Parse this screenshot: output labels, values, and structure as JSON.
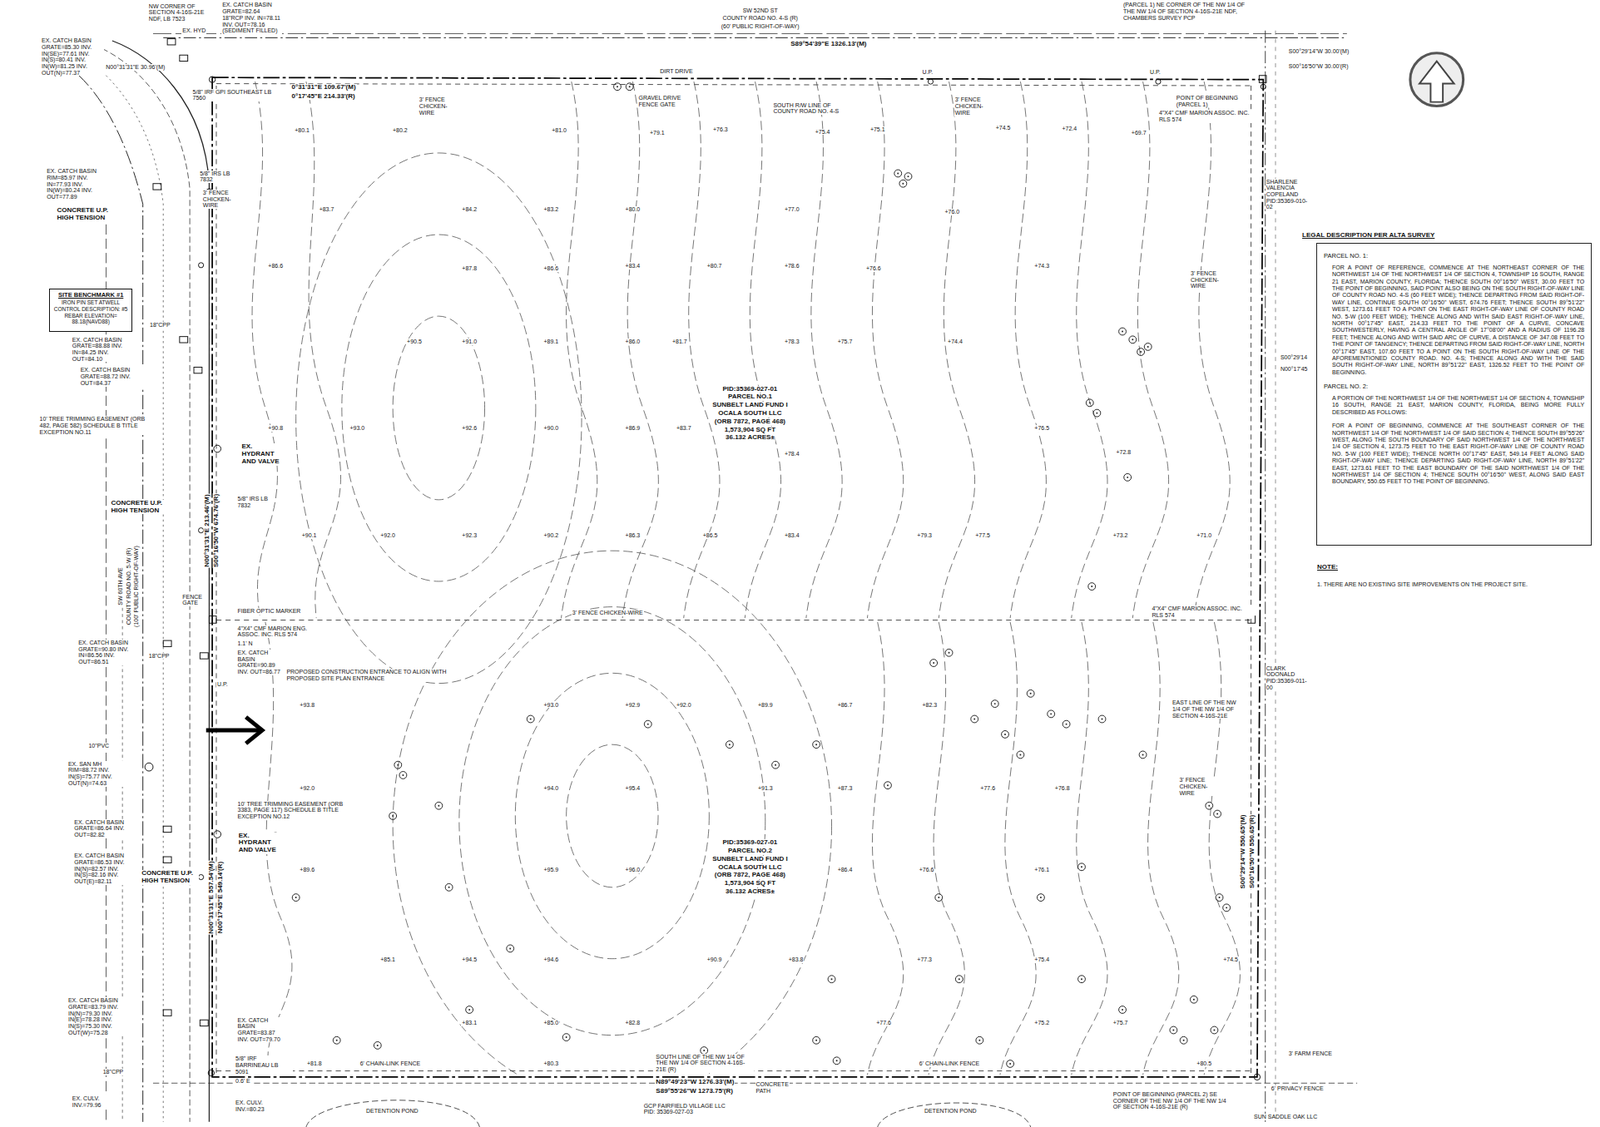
{
  "diagram": {
    "nodes": [
      {
        "text": [
          "LEGAL DESCRIPTION PER ALTA SURVEY",
          "PARCEL NO. 1:",
          "FOR A POINT OF REFERENCE, COMMENCE AT THE NORTHEAST CORNER OF THE NORTHWEST 1/4 OF THE NORTHWEST 1/4 OF SECTION 4, TOWNSHIP 16 SOUTH, RANGE 21 EAST, MARION COUNTY, FLORIDA; THENCE SOUTH 00°16'50\" WEST, 30.00 FEET TO THE POINT OF BEGINNING, SAID POINT ALSO BEING ON THE SOUTH RIGHT-OF-WAY LINE OF COUNTY ROAD NO. 4-S (60 FEET WIDE); THENCE DEPARTING FROM SAID RIGHT-OF-WAY LINE, CONTINUE SOUTH 00°16'50\" WEST, 674.76 FEET; THENCE SOUTH 89°51'22\" WEST, 1273.61 FEET TO A POINT ON THE EAST RIGHT-OF-WAY LINE OF COUNTY ROAD NO. 5-W (100 FEET WIDE); THENCE ALONG AND WITH SAID EAST RIGHT-OF-WAY LINE, NORTH 00°17'45\" EAST, 214.33 FEET TO THE POINT OF A CURVE, CONCAVE SOUTHWESTERLY, HAVING A CENTRAL ANGLE OF 17°08'00\" AND A RADIUS OF 1196.28 FEET; THENCE ALONG AND WITH SAID ARC OF CURVE, A DISTANCE OF 347.08 FEET TO THE POINT OF TANGENCY; THENCE DEPARTING FROM SAID RIGHT-OF-WAY LINE, NORTH 00°17'45\" EAST, 107.60 FEET TO A POINT ON THE SOUTH RIGHT-OF-WAY LINE OF THE AFOREMENTIONED COUNTY ROAD. NO. 4-S; THENCE ALONG AND WITH THE SAID SOUTH RIGHT-OF-WAY LINE, NORTH 89°51'22\" EAST, 1326.52 FEET TO THE POINT OF BEGINNING.",
          "PARCEL NO. 2:",
          "A PORTION OF THE NORTHWEST 1/4 OF THE NORTHWEST 1/4 OF SECTION 4, TOWNSHIP 16 SOUTH, RANGE 21 EAST, MARION COUNTY, FLORIDA, BEING MORE FULLY DESCRIBED AS FOLLOWS:",
          "FOR A POINT OF BEGINNING, COMMENCE AT THE SOUTHEAST CORNER OF THE NORTHWEST 1/4 OF THE NORTHWEST 1/4 OF SAID SECTION 4; THENCE SOUTH 89°55'26\" WEST, ALONG THE SOUTH BOUNDARY OF SAID NORTHWEST 1/4 OF THE NORTHWEST 1/4 OF SECTION 4, 1273.75 FEET TO THE EAST RIGHT-OF-WAY LINE OF COUNTY ROAD NO. 5-W (100 FEET WIDE); THENCE NORTH 00°17'45\" EAST, 549.14 FEET ALONG SAID RIGHT-OF-WAY LINE; THENCE DEPARTING SAID RIGHT-OF-WAY LINE, NORTH 89°51'22\" EAST, 1273.61 FEET TO THE EAST BOUNDARY OF THE SAID NORTHWEST 1/4 OF THE NORTHWEST 1/4 OF SECTION 4; THENCE SOUTH 00°16'50\" WEST, ALONG SAID EAST BOUNDARY, 550.65 FEET TO THE POINT OF BEGINNING."
        ]
      },
      {
        "text": [
          "SITE BENCHMARK #1",
          "IRON PIN SET ATWELL CONTROL DESCRIPTION: #5 REBAR ELEVATION= 88.18(NAVD88)"
        ]
      }
    ],
    "labels": [
      "SW 52ND ST",
      "COUNTY ROAD NO. 4-S (R)",
      "(60' PUBLIC RIGHT-OF-WAY)",
      "S89°54'39\"E 1326.13'(M)",
      "NW CORNER OF SECTION 4-16S-21E NDF, LB 7523",
      "EX. CATCH BASIN GRATE=82.64 18\"RCP INV. IN=78.11 INV. OUT=78.16 (SEDIMENT FILLED)",
      "EX. CATCH BASIN GRATE=85.30 INV. IN(SE)=77.61 INV. IN(S)=80.41 INV. IN(W)=81.25 INV. OUT(N)=77.37",
      "N00°31'31\"E 30.96'(M)",
      "EX. HYD",
      "0°31'31\"E 109.67'(M)",
      "0°17'45\"E 214.33'(R)",
      "5/8\" IRF GPI SOUTHEAST LB 7560",
      "3' FENCE CHICKEN-WIRE",
      "DIRT DRIVE",
      "GRAVEL DRIVE FENCE GATE",
      "SOUTH R/W LINE OF COUNTY ROAD NO. 4-S",
      "3' FENCE CHICKEN-WIRE",
      "(PARCEL 1) NE CORNER OF THE NW 1/4 OF THE NW 1/4 OF SECTION 4-16S-21E NDF, CHAMBERS SURVEY PCP",
      "S00°29'14\"W 30.00'(M)",
      "S00°16'50\"W 30.00'(R)",
      "POINT OF BEGINNING (PARCEL 1)",
      "4\"X4\" CMF MARION ASSOC. INC. RLS 574",
      "SHARLENE VALENCIA COPELAND PID:35369-010-02",
      "3' FENCE CHICKEN-WIRE",
      "S00°29'14",
      "N00°17'45",
      "EX. CATCH BASIN RIM=85.97 INV. IN=77.93 INV. IN(W)=80.24 INV. OUT=77.89",
      "5/8\" IRS LB 7832",
      "3' FENCE CHICKEN-WIRE",
      "CONCRETE U.P. HIGH TENSION",
      "EX. CATCH BASIN GRATE=88.88 INV. IN=84.25 INV. OUT=84.10",
      "EX. CATCH BASIN GRATE=88.72 INV. OUT=84.37",
      "10' TREE TRIMMING EASEMENT (ORB 482, PAGE 582) SCHEDULE B TITLE EXCEPTION NO.11",
      "EX. HYDRANT AND VALVE",
      "5/8\" IRS LB 7832",
      "CONCRETE U.P. HIGH TENSION",
      "SW 60TH AVE",
      "COUNTY ROAD NO. 5-W (R)",
      "(100' PUBLIC RIGHT-OF-WAY)",
      "N00°31'31\"E 213.46'(M)",
      "S00°16'50\"W 674.76'(R)",
      "FENCE GATE",
      "FIBER OPTIC MARKER",
      "4\"X4\" CMF MARION ENG. ASSOC. INC. RLS 574",
      "1.1' N",
      "3' FENCE CHICKEN-WIRE",
      "4\"X4\" CMF MARION ASSOC. INC. RLS 574",
      "CLARK ODONALD PID:35369-011-00",
      "EX. CATCH BASIN GRATE=90.80 INV. IN=86.56 INV. OUT=86.51",
      "EX. CATCH BASIN GRATE=90.89 INV. OUT=86.77",
      "PROPOSED CONSTRUCTION ENTRANCE TO ALIGN WITH PROPOSED SITE PLAN ENTRANCE",
      "10\"PVC",
      "EX. SAN MH RIM=88.72 INV. IN(S)=75.77 INV. OUT(N)=74.63",
      "EX. CATCH BASIN GRATE=86.64 INV. OUT=82.82",
      "10' TREE TRIMMING EASEMENT (ORB 3383, PAGE 117) SCHEDULE B TITLE EXCEPTION NO.12",
      "EX. HYDRANT AND VALVE",
      "EX. CATCH BASIN GRATE=86.53 INV. IN(N)=82.57 INV. IN(S)=82.16 INV. OUT(E)=82.11",
      "CONCRETE U.P. HIGH TENSION",
      "N00°31'31\"E 557.54'(M)",
      "N00°17'45\"E 549.14'(R)",
      "EX. CATCH BASIN GRATE=83.79 INV. IN(N)=79.30 INV. IN(E)=78.28 INV. IN(S)=75.30 INV. OUT(W)=75.28",
      "EX. CATCH BASIN GRATE=83.87 INV. OUT=79.70",
      "5/8\" IRF BARRINEAU LB 5091",
      "0.6' E",
      "EX. CULV. INV.=79.96",
      "EX. CULV. INV.=80.23",
      "6' CHAIN-LINK FENCE",
      "DETENTION POND",
      "SOUTH LINE OF THE NW 1/4 OF THE NW 1/4 OF SECTION 4-16S-21E (R)",
      "N89°49'23\"W 1276.33'(M)",
      "S89°55'26\"W 1273.75'(R)",
      "GCP FAIRFIELD VILLAGE LLC PID: 35369-027-03",
      "CONCRETE PATH",
      "6' CHAIN-LINK FENCE",
      "DETENTION POND",
      "POINT OF BEGINNING (PARCEL 2) SE CORNER OF THE NW 1/4 OF THE NW 1/4 OF SECTION 4-16S-21E (R)",
      "SUN SADDLE OAK LLC",
      "3' FARM FENCE",
      "6' PRIVACY FENCE",
      "EAST LINE OF THE NW 1/4 OF THE NW 1/4 OF SECTION 4-16S-21E",
      "3' FENCE CHICKEN-WIRE",
      "S00°29'14\"W 550.65'(M)",
      "S00°16'50\"W 550.65'(R)",
      "PID:35369-027-01",
      "PARCEL NO.1",
      "SUNBELT LAND FUND I",
      "OCALA SOUTH LLC",
      "(ORB 7872, PAGE 468)",
      "1,573,904 SQ FT",
      "36.132 ACRES±",
      "PID:35369-027-01",
      "PARCEL NO.2",
      "SUNBELT LAND FUND I",
      "OCALA SOUTH LLC",
      "(ORB 7872, PAGE 468)",
      "1,573,904 SQ FT",
      "36.132 ACRES±",
      "NOTE:",
      "1. THERE ARE NO EXISTING SITE IMPROVEMENTS ON THE PROJECT SITE.",
      "U.P.",
      "U.P.",
      "U.P.",
      "18\"CPP",
      "18\"CPP",
      "18\"CPP",
      "+80.1",
      "+80.2",
      "+81.0",
      "+79.1",
      "+76.3",
      "+75.4",
      "+75.1",
      "+74.5",
      "+72.4",
      "+69.7",
      "+83.7",
      "+84.2",
      "+83.2",
      "+80.0",
      "+77.0",
      "+76.0",
      "+86.6",
      "+87.8",
      "+86.6",
      "+83.4",
      "+80.7",
      "+78.6",
      "+76.6",
      "+74.3",
      "+90.5",
      "+91.0",
      "+89.1",
      "+86.0",
      "+81.7",
      "+78.3",
      "+75.7",
      "+74.4",
      "+90.8",
      "+93.0",
      "+92.6",
      "+90.0",
      "+86.9",
      "+83.7",
      "+78.4",
      "+76.5",
      "+72.8",
      "+90.1",
      "+92.0",
      "+92.3",
      "+90.2",
      "+86.3",
      "+86.5",
      "+83.4",
      "+79.3",
      "+77.5",
      "+73.2",
      "+71.0",
      "+93.8",
      "+93.0",
      "+92.9",
      "+92.0",
      "+89.9",
      "+86.7",
      "+82.3",
      "+92.0",
      "+94.0",
      "+95.4",
      "+91.3",
      "+87.3",
      "+77.6",
      "+76.8",
      "+89.6",
      "+95.9",
      "+96.0",
      "+86.4",
      "+76.6",
      "+76.1",
      "+85.1",
      "+94.5",
      "+94.6",
      "+90.9",
      "+83.8",
      "+77.3",
      "+75.4",
      "+74.5",
      "+83.1",
      "+85.0",
      "+82.8",
      "+77.6",
      "+75.2",
      "+75.7",
      "+81.8",
      "+80.3",
      "+80.5"
    ]
  }
}
